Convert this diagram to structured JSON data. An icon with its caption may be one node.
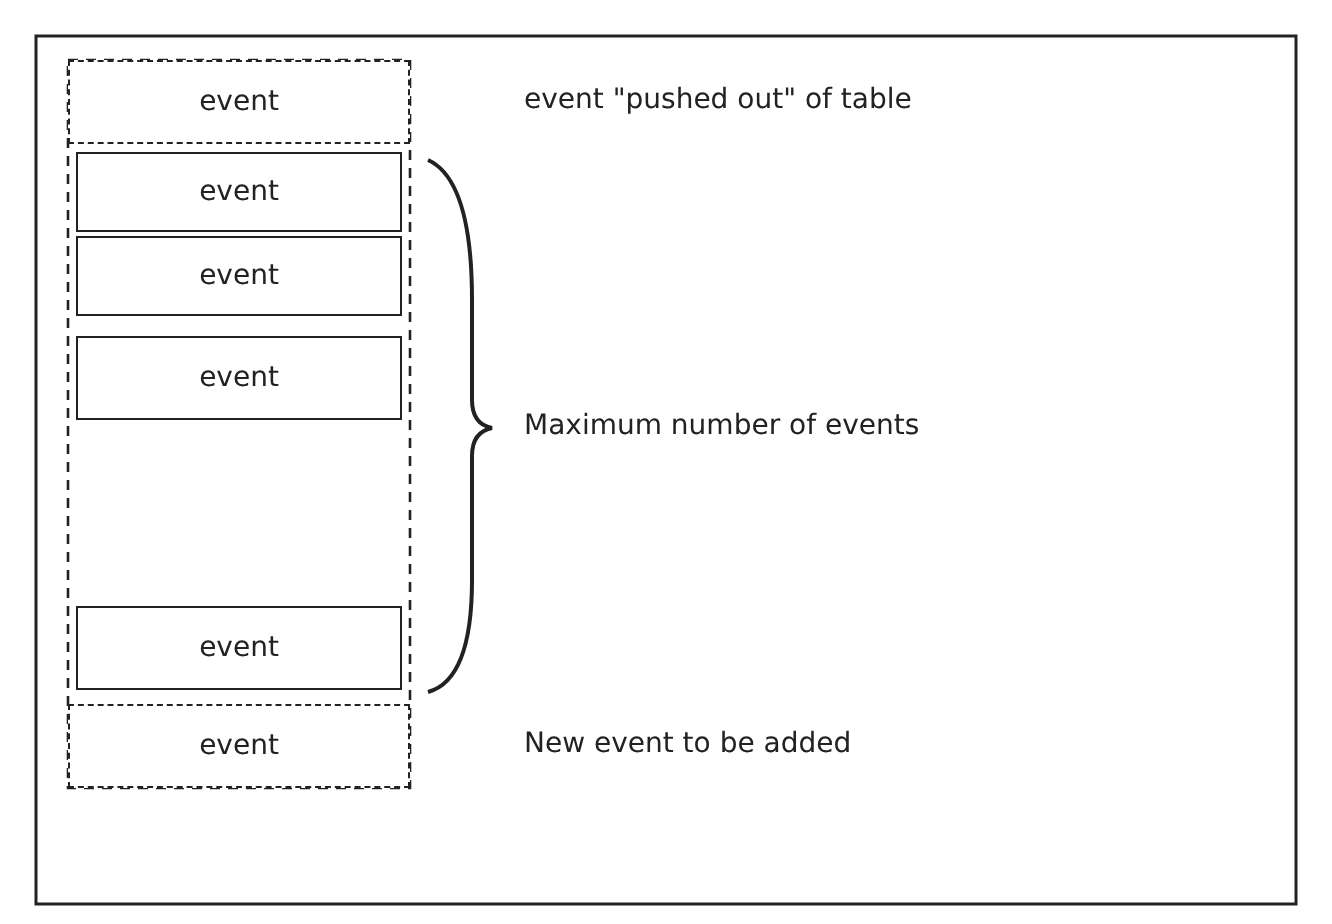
{
  "diagram": {
    "nodes": [
      {
        "text": [
          "event"
        ]
      },
      {
        "text": [
          "event"
        ]
      },
      {
        "text": [
          "event"
        ]
      },
      {
        "text": [
          "event"
        ]
      },
      {
        "text": [
          "event"
        ]
      },
      {
        "text": [
          "event"
        ]
      }
    ],
    "labels": [
      "event \"pushed out\" of table",
      "Maximum number of events",
      "New event to be added"
    ]
  }
}
